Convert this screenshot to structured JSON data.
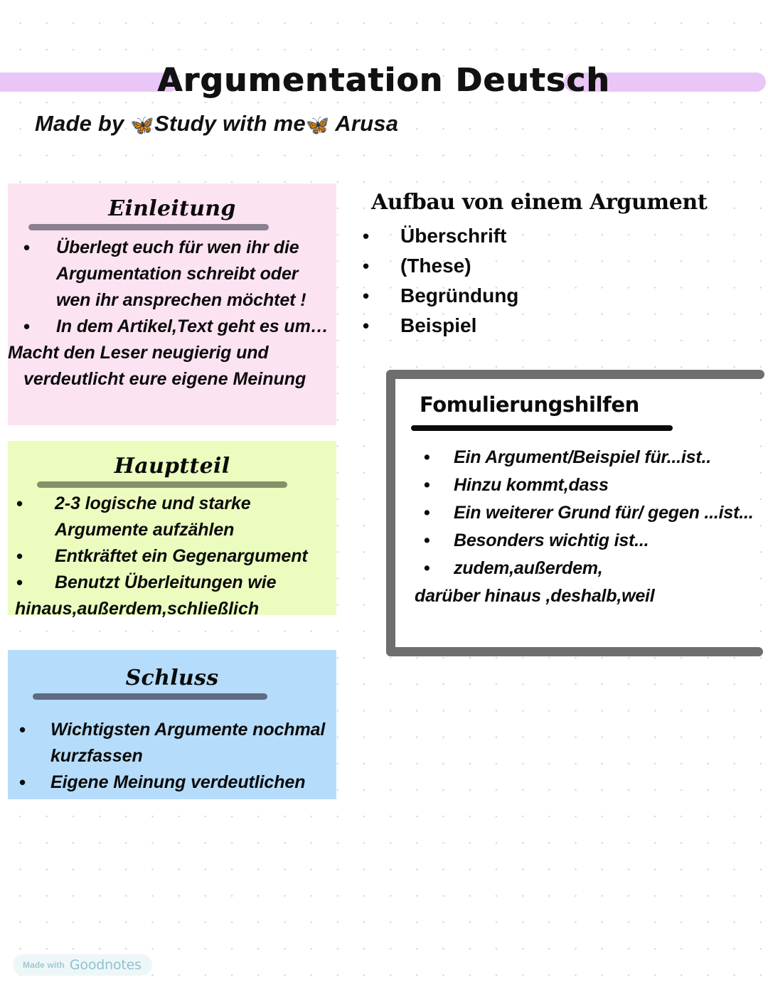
{
  "header": {
    "title": "Argumentation Deutsch",
    "byline_prefix": "Made by ",
    "byline_mid": "Study with me",
    "byline_suffix": " Arusa",
    "butterfly_glyph": "🦋",
    "highlight_color": "#e9c6f7"
  },
  "boxes": {
    "einleitung": {
      "heading": "Einleitung",
      "bg_color": "#fce3f1",
      "rule_color": "#8b8190",
      "bullet_glyph": "•",
      "items": [
        "Überlegt euch für wen ihr die Argumentation schreibt oder wen ihr ansprechen möchtet !",
        "In dem Artikel,Text geht es um…",
        "Macht den Leser neugierig und"
      ],
      "tail_line": "verdeutlicht eure eigene Meinung"
    },
    "hauptteil": {
      "heading": "Hauptteil",
      "bg_color": "#ebfcbe",
      "rule_color": "#87906a",
      "bullet_glyph": "•",
      "items": [
        "2-3 logische und starke Argumente aufzählen",
        "Entkräftet ein Gegenargument",
        "Benutzt Überleitungen wie"
      ],
      "tail_line": "hinaus,außerdem,schließlich"
    },
    "schluss": {
      "heading": "Schluss",
      "bg_color": "#b6dcfb",
      "rule_color": "#5e6b80",
      "bullet_glyph": "•",
      "items": [
        "Wichtigsten Argumente nochmal kurzfassen",
        "Eigene Meinung verdeutlichen"
      ]
    }
  },
  "aufbau": {
    "heading": "Aufbau von einem Argument",
    "bullet_glyph": "•",
    "items": [
      "Überschrift",
      "(These)",
      "Begründung",
      "Beispiel"
    ]
  },
  "formulierungshilfen": {
    "heading": "Fomulierungshilfen",
    "border_color": "#6e6e6e",
    "bullet_glyph": "•",
    "items": [
      "Ein Argument/Beispiel für...ist..",
      "Hinzu kommt,dass",
      "Ein weiterer Grund für/ gegen ...ist...",
      "Besonders wichtig ist...",
      "zudem,außerdem,"
    ],
    "tail_line": "darüber hinaus ,deshalb,weil"
  },
  "watermark": {
    "made_with": "Made with",
    "brand": "Goodnotes",
    "bg_color": "#eef7f8",
    "text_color": "#8ec2d0"
  }
}
